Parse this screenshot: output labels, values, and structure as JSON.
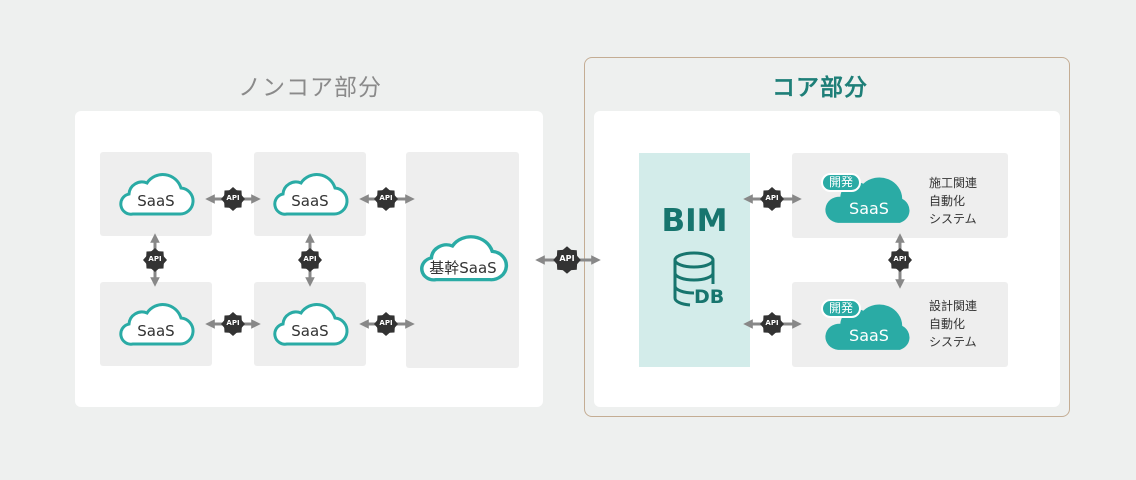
{
  "noncore": {
    "title": "ノンコア部分",
    "saas_label": "SaaS",
    "base_saas_label": "基幹SaaS"
  },
  "core": {
    "title": "コア部分",
    "bim_label": "BIM",
    "db_label": "DB",
    "systems": [
      {
        "badge": "開発",
        "label": "SaaS",
        "description": [
          "施工関連",
          "自動化",
          "システム"
        ]
      },
      {
        "badge": "開発",
        "label": "SaaS",
        "description": [
          "設計関連",
          "自動化",
          "システム"
        ]
      }
    ]
  },
  "api_label": "API",
  "colors": {
    "teal": "#2aaba5",
    "teal_dark": "#1e7f78",
    "bim_bg": "#d3ecea",
    "arrow": "#888888",
    "gear": "#333333"
  }
}
